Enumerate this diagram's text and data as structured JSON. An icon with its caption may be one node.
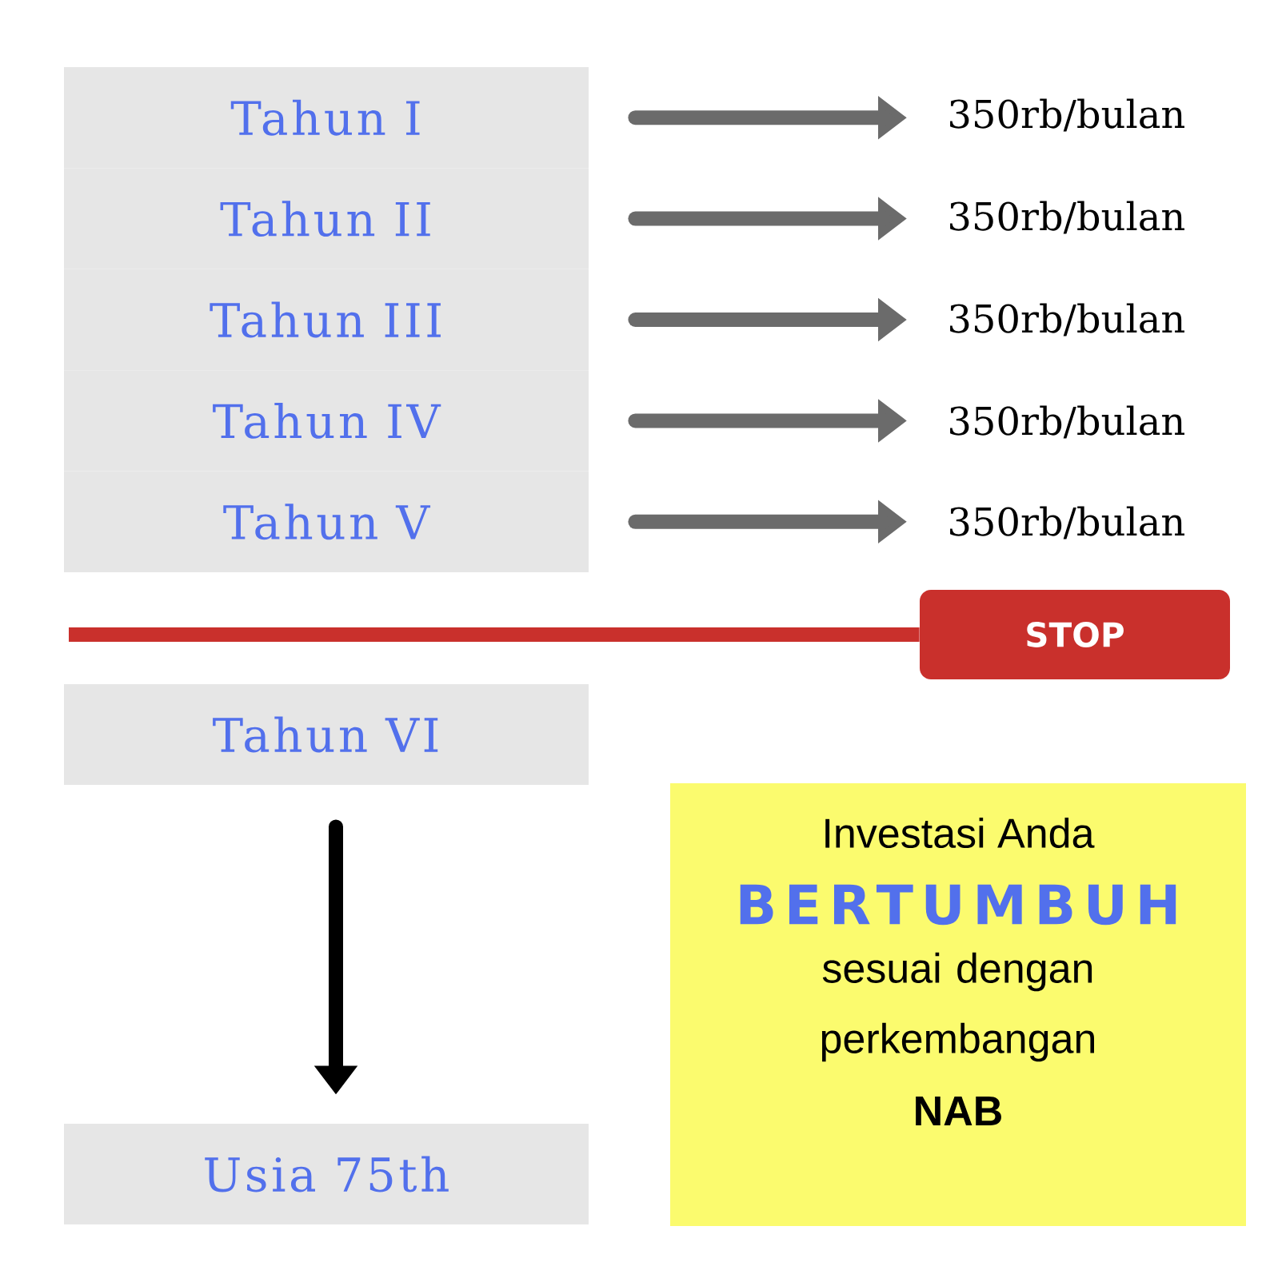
{
  "diagram": {
    "nodes": [
      {
        "text": [
          "Tahun I"
        ]
      },
      {
        "text": [
          "Tahun II"
        ]
      },
      {
        "text": [
          "Tahun III"
        ]
      },
      {
        "text": [
          "Tahun IV"
        ]
      },
      {
        "text": [
          "Tahun V"
        ]
      },
      {
        "text": [
          "350rb/bulan"
        ]
      },
      {
        "text": [
          "350rb/bulan"
        ]
      },
      {
        "text": [
          "350rb/bulan"
        ]
      },
      {
        "text": [
          "350rb/bulan"
        ]
      },
      {
        "text": [
          "350rb/bulan"
        ]
      },
      {
        "text": [
          "STOP"
        ]
      },
      {
        "text": [
          "Tahun VI"
        ]
      },
      {
        "text": [
          "Usia 75th"
        ]
      },
      {
        "text": [
          "Investasi Anda",
          "BERTUMBUH",
          "sesuai dengan perkembangan",
          "NAB"
        ]
      }
    ],
    "edges": [
      {
        "from": 0,
        "to": 5,
        "arrow": "to"
      },
      {
        "from": 1,
        "to": 6,
        "arrow": "to"
      },
      {
        "from": 2,
        "to": 7,
        "arrow": "to"
      },
      {
        "from": 3,
        "to": 8,
        "arrow": "to"
      },
      {
        "from": 4,
        "to": 9,
        "arrow": "to"
      },
      {
        "from": null,
        "to": 10,
        "arrow": "none",
        "color": "#c9302c"
      },
      {
        "from": 11,
        "to": 12,
        "arrow": "to",
        "color": "#000000"
      }
    ]
  }
}
